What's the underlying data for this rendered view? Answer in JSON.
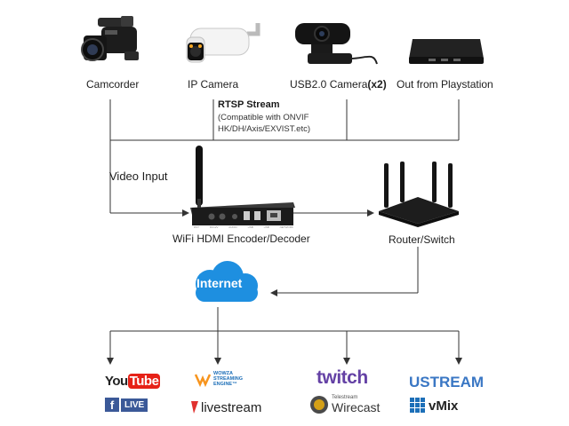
{
  "devices": {
    "camcorder": "Camcorder",
    "ip_camera": "IP Camera",
    "usb_camera_prefix": "USB2.0 Camera",
    "usb_camera_qty": "(x2)",
    "playstation": "Out from Playstation"
  },
  "rtsp": {
    "title": "RTSP Stream",
    "line1": "(Compatible with ONVIF",
    "line2": "HK/DH/Axis/EXVIST.etc)"
  },
  "video_input": "Video Input",
  "encoder": {
    "label": "WiFi HDMI Encoder/Decoder",
    "port_labels": [
      "RST",
      "DC12V",
      "AUDIO",
      "USB",
      "USB",
      "NETWORK"
    ]
  },
  "router_label": "Router/Switch",
  "cloud_text": "Internet",
  "platforms": {
    "youtube_you": "You",
    "youtube_tube": "Tube",
    "facebook_f": "f",
    "live": "LIVE",
    "wowza_line1": "WOWZA",
    "wowza_line2": "STREAMING",
    "wowza_line3": "ENGINE™",
    "livestream": "livestream",
    "twitch": "twitch",
    "telestream": "Telestream",
    "wirecast": "Wirecast",
    "ustream": "USTREAM",
    "vmix": "vMix"
  },
  "colors": {
    "cloud": "#1e8fe0",
    "line": "#333333",
    "youtube_red": "#e62117",
    "facebook_blue": "#3b5998",
    "twitch_purple": "#6441a5",
    "ustream_blue": "#3a77c4",
    "wowza_orange": "#f7941d",
    "livestream_red": "#e0312f"
  }
}
